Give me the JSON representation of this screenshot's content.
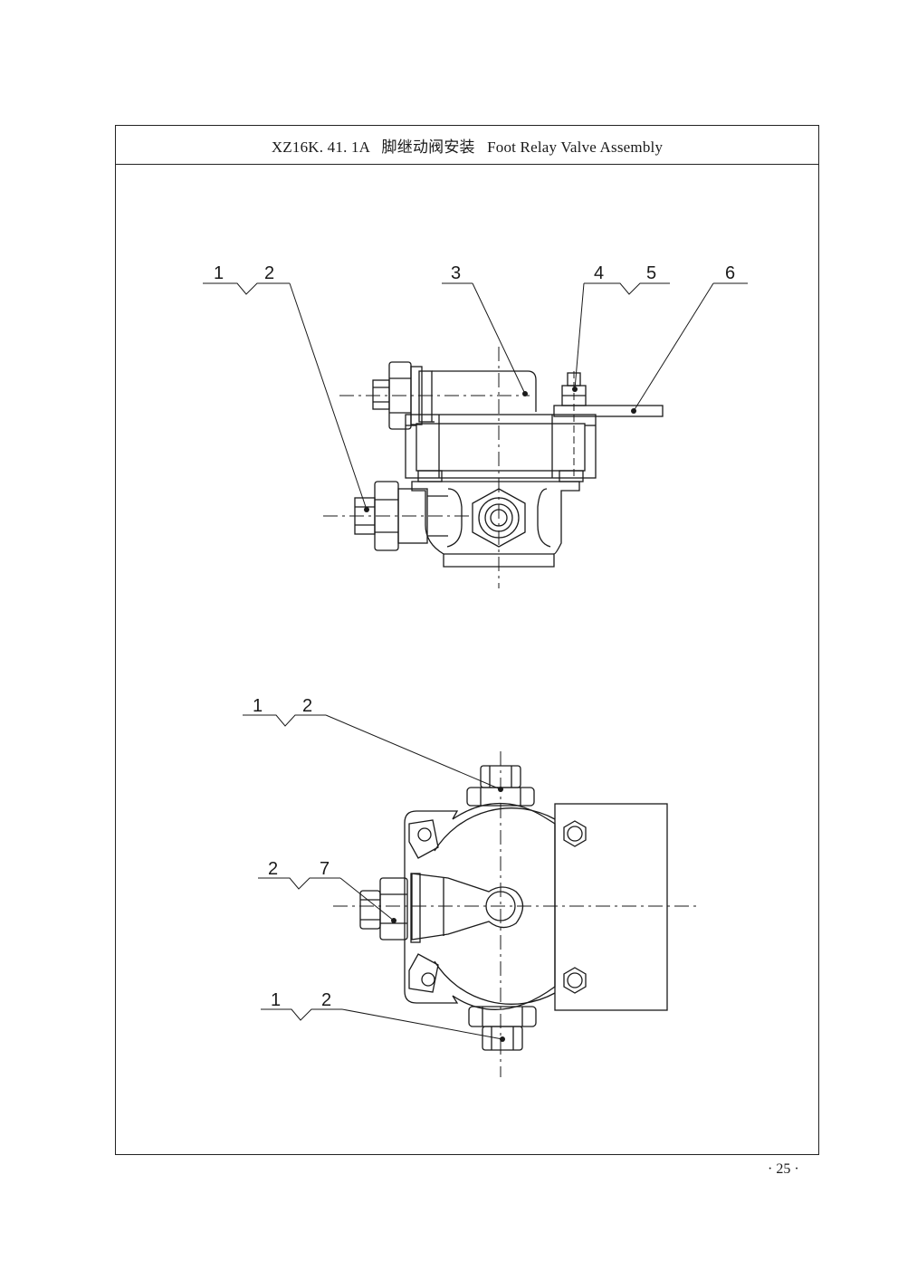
{
  "header": {
    "title": "XZ16K. 41. 1A   脚继动阀安装   Foot Relay Valve Assembly"
  },
  "callouts_top": [
    "1",
    "2",
    "3",
    "4",
    "5",
    "6"
  ],
  "callouts_bottom": {
    "upper": [
      "1",
      "2"
    ],
    "middle": [
      "2",
      "7"
    ],
    "lower": [
      "1",
      "2"
    ]
  },
  "footer": {
    "page_number": "· 25 ·"
  }
}
